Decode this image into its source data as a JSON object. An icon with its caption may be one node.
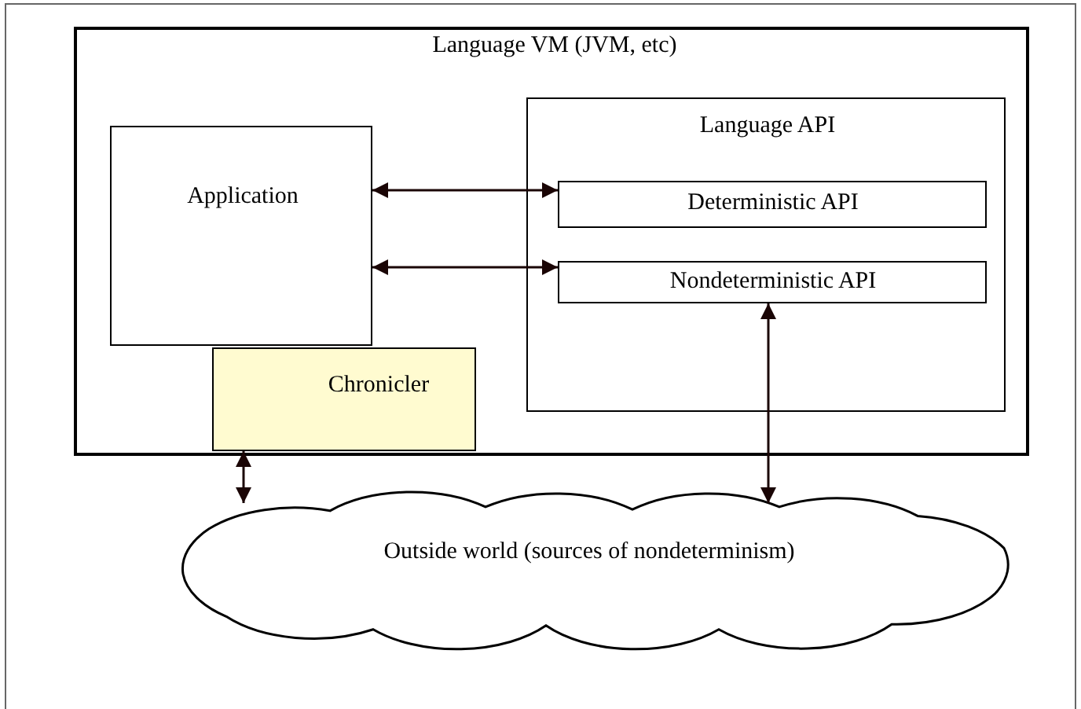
{
  "diagram": {
    "nodes": [
      {
        "text": [
          "Language VM (JVM, etc)"
        ]
      },
      {
        "text": [
          "Application"
        ],
        "in": 0
      },
      {
        "text": [
          "Chronicler"
        ],
        "in": 0
      },
      {
        "text": [
          "Language API"
        ],
        "in": 0
      },
      {
        "text": [
          "Deterministic API"
        ],
        "in": 3
      },
      {
        "text": [
          "Nondeterministic API"
        ],
        "in": 3
      },
      {
        "text": [
          "Outside world (sources of nondeterminism)"
        ]
      }
    ],
    "edges": [
      {
        "from": 1,
        "to": 4,
        "arrow": "both"
      },
      {
        "from": 1,
        "to": 5,
        "arrow": "both"
      },
      {
        "from": 2,
        "to": 6,
        "arrow": "both"
      },
      {
        "from": 5,
        "to": 6,
        "arrow": "both"
      }
    ]
  }
}
